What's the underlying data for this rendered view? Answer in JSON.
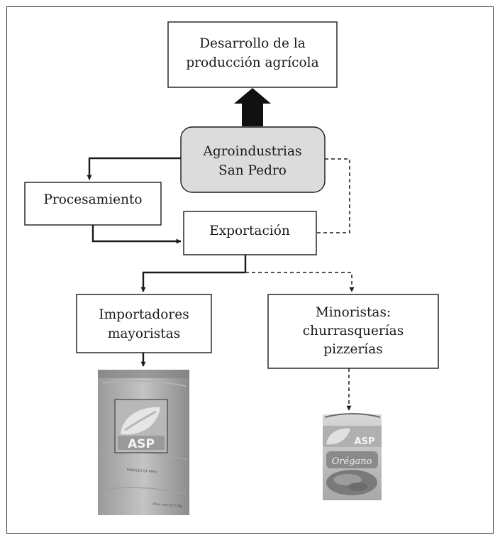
{
  "nodes": {
    "desarrollo": {
      "line1": "Desarrollo de la",
      "line2": "producción agrícola"
    },
    "agroindustrias": {
      "line1": "Agroindustrias",
      "line2": "San Pedro"
    },
    "procesamiento": {
      "label": "Procesamiento"
    },
    "exportacion": {
      "label": "Exportación"
    },
    "importadores": {
      "line1": "Importadores",
      "line2": "mayoristas"
    },
    "minoristas": {
      "line1": "Minoristas:",
      "line2": "churrasquerías",
      "line3": "pizzerías"
    }
  },
  "images": {
    "bag": {
      "brand": "ASP",
      "product_text": "PRODUCT OF PERU",
      "weight_text": "Peso neto 12.5 Kg"
    },
    "package": {
      "brand": "ASP",
      "product": "Orégano"
    }
  },
  "colors": {
    "box_fill": "#ffffff",
    "highlight_fill": "#dcdcdc",
    "line": "#1a1a1a"
  }
}
